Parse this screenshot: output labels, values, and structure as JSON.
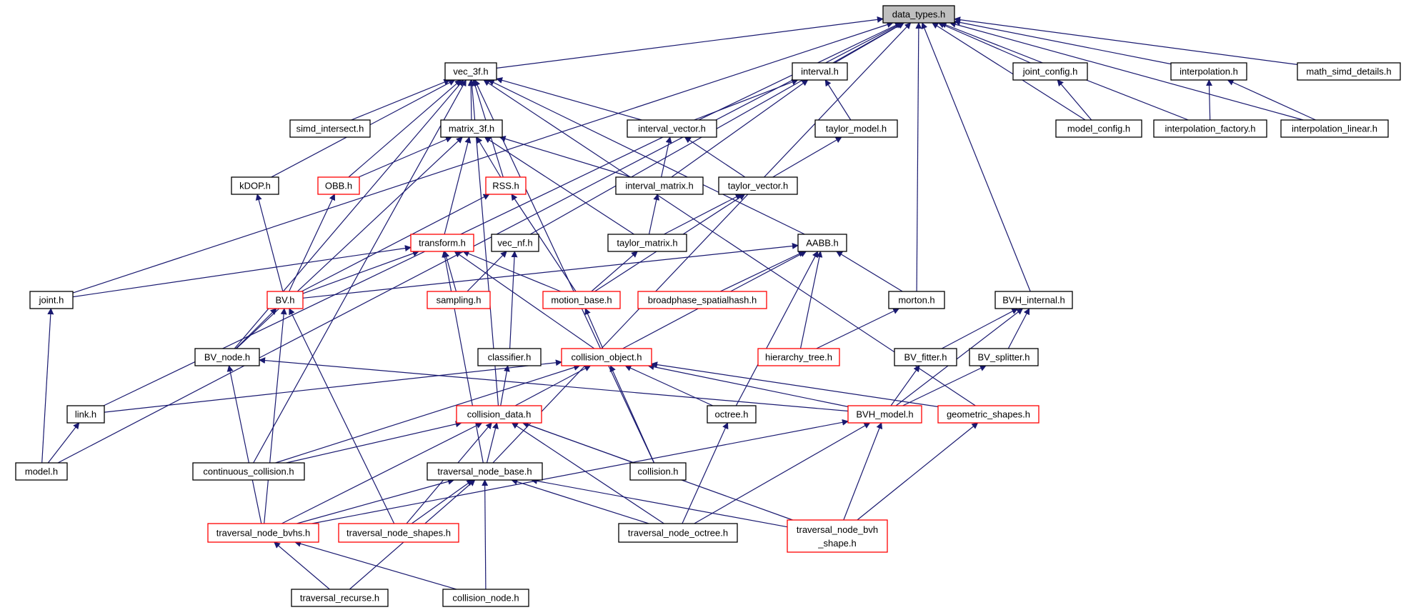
{
  "colors": {
    "edge": "#191970",
    "normal_border": "#000000",
    "linked_border": "#ff0000",
    "root_fill": "#bfbfbf",
    "node_fill": "#ffffff"
  },
  "nodes": [
    {
      "id": "data_types",
      "label": "data_types.h",
      "style": "root"
    },
    {
      "id": "vec_3f",
      "label": "vec_3f.h",
      "style": "normal"
    },
    {
      "id": "interval",
      "label": "interval.h",
      "style": "normal"
    },
    {
      "id": "joint_config",
      "label": "joint_config.h",
      "style": "normal"
    },
    {
      "id": "interpolation",
      "label": "interpolation.h",
      "style": "normal"
    },
    {
      "id": "math_simd_details",
      "label": "math_simd_details.h",
      "style": "normal"
    },
    {
      "id": "simd_intersect",
      "label": "simd_intersect.h",
      "style": "normal"
    },
    {
      "id": "matrix_3f",
      "label": "matrix_3f.h",
      "style": "normal"
    },
    {
      "id": "interval_vector",
      "label": "interval_vector.h",
      "style": "normal"
    },
    {
      "id": "taylor_model",
      "label": "taylor_model.h",
      "style": "normal"
    },
    {
      "id": "model_config",
      "label": "model_config.h",
      "style": "normal"
    },
    {
      "id": "interpolation_factory",
      "label": "interpolation_factory.h",
      "style": "normal"
    },
    {
      "id": "interpolation_linear",
      "label": "interpolation_linear.h",
      "style": "normal"
    },
    {
      "id": "kDOP",
      "label": "kDOP.h",
      "style": "normal"
    },
    {
      "id": "OBB",
      "label": "OBB.h",
      "style": "linked"
    },
    {
      "id": "RSS",
      "label": "RSS.h",
      "style": "linked"
    },
    {
      "id": "interval_matrix",
      "label": "interval_matrix.h",
      "style": "normal"
    },
    {
      "id": "taylor_vector",
      "label": "taylor_vector.h",
      "style": "normal"
    },
    {
      "id": "transform",
      "label": "transform.h",
      "style": "linked"
    },
    {
      "id": "vec_nf",
      "label": "vec_nf.h",
      "style": "normal"
    },
    {
      "id": "taylor_matrix",
      "label": "taylor_matrix.h",
      "style": "normal"
    },
    {
      "id": "AABB",
      "label": "AABB.h",
      "style": "normal"
    },
    {
      "id": "joint",
      "label": "joint.h",
      "style": "normal"
    },
    {
      "id": "BV",
      "label": "BV.h",
      "style": "linked"
    },
    {
      "id": "sampling",
      "label": "sampling.h",
      "style": "linked"
    },
    {
      "id": "motion_base",
      "label": "motion_base.h",
      "style": "linked"
    },
    {
      "id": "broadphase_spatialhash",
      "label": "broadphase_spatialhash.h",
      "style": "linked"
    },
    {
      "id": "morton",
      "label": "morton.h",
      "style": "normal"
    },
    {
      "id": "BVH_internal",
      "label": "BVH_internal.h",
      "style": "normal"
    },
    {
      "id": "BV_node",
      "label": "BV_node.h",
      "style": "normal"
    },
    {
      "id": "classifier",
      "label": "classifier.h",
      "style": "normal"
    },
    {
      "id": "collision_object",
      "label": "collision_object.h",
      "style": "linked"
    },
    {
      "id": "hierarchy_tree",
      "label": "hierarchy_tree.h",
      "style": "linked"
    },
    {
      "id": "BV_fitter",
      "label": "BV_fitter.h",
      "style": "normal"
    },
    {
      "id": "BV_splitter",
      "label": "BV_splitter.h",
      "style": "normal"
    },
    {
      "id": "link",
      "label": "link.h",
      "style": "normal"
    },
    {
      "id": "collision_data",
      "label": "collision_data.h",
      "style": "linked"
    },
    {
      "id": "octree",
      "label": "octree.h",
      "style": "normal"
    },
    {
      "id": "BVH_model",
      "label": "BVH_model.h",
      "style": "linked"
    },
    {
      "id": "geometric_shapes",
      "label": "geometric_shapes.h",
      "style": "linked"
    },
    {
      "id": "model",
      "label": "model.h",
      "style": "normal"
    },
    {
      "id": "continuous_collision",
      "label": "continuous_collision.h",
      "style": "normal"
    },
    {
      "id": "traversal_node_base",
      "label": "traversal_node_base.h",
      "style": "normal"
    },
    {
      "id": "collision",
      "label": "collision.h",
      "style": "normal"
    },
    {
      "id": "traversal_node_bvhs",
      "label": "traversal_node_bvhs.h",
      "style": "linked"
    },
    {
      "id": "traversal_node_shapes",
      "label": "traversal_node_shapes.h",
      "style": "linked"
    },
    {
      "id": "traversal_node_octree",
      "label": "traversal_node_octree.h",
      "style": "normal"
    },
    {
      "id": "traversal_node_bvh_shape",
      "label": "traversal_node_bvh",
      "label2": "_shape.h",
      "style": "linked"
    },
    {
      "id": "traversal_recurse",
      "label": "traversal_recurse.h",
      "style": "normal"
    },
    {
      "id": "collision_node",
      "label": "collision_node.h",
      "style": "normal"
    }
  ],
  "edges": [
    [
      "vec_3f",
      "data_types"
    ],
    [
      "interval",
      "data_types"
    ],
    [
      "joint_config",
      "data_types"
    ],
    [
      "interpolation",
      "data_types"
    ],
    [
      "math_simd_details",
      "data_types"
    ],
    [
      "model_config",
      "data_types"
    ],
    [
      "interpolation_factory",
      "data_types"
    ],
    [
      "interpolation_linear",
      "data_types"
    ],
    [
      "vec_nf",
      "data_types"
    ],
    [
      "morton",
      "data_types"
    ],
    [
      "BVH_internal",
      "data_types"
    ],
    [
      "joint",
      "data_types"
    ],
    [
      "link",
      "data_types"
    ],
    [
      "model",
      "data_types"
    ],
    [
      "traversal_node_base",
      "data_types"
    ],
    [
      "simd_intersect",
      "vec_3f"
    ],
    [
      "matrix_3f",
      "vec_3f"
    ],
    [
      "interval_vector",
      "vec_3f"
    ],
    [
      "kDOP",
      "vec_3f"
    ],
    [
      "OBB",
      "vec_3f"
    ],
    [
      "RSS",
      "vec_3f"
    ],
    [
      "AABB",
      "vec_3f"
    ],
    [
      "BV_node",
      "vec_3f"
    ],
    [
      "collision_data",
      "vec_3f"
    ],
    [
      "continuous_collision",
      "vec_3f"
    ],
    [
      "collision",
      "vec_3f"
    ],
    [
      "geometric_shapes",
      "vec_3f"
    ],
    [
      "interval_vector",
      "interval"
    ],
    [
      "taylor_model",
      "interval"
    ],
    [
      "interval_matrix",
      "interval"
    ],
    [
      "model_config",
      "joint_config"
    ],
    [
      "interpolation_factory",
      "interpolation"
    ],
    [
      "interpolation_linear",
      "interpolation"
    ],
    [
      "OBB",
      "matrix_3f"
    ],
    [
      "RSS",
      "matrix_3f"
    ],
    [
      "interval_matrix",
      "matrix_3f"
    ],
    [
      "transform",
      "matrix_3f"
    ],
    [
      "taylor_matrix",
      "matrix_3f"
    ],
    [
      "BV_node",
      "matrix_3f"
    ],
    [
      "interval_matrix",
      "interval_vector"
    ],
    [
      "taylor_vector",
      "interval_vector"
    ],
    [
      "taylor_vector",
      "taylor_model"
    ],
    [
      "BV",
      "kDOP"
    ],
    [
      "BV",
      "OBB"
    ],
    [
      "BV",
      "RSS"
    ],
    [
      "motion_base",
      "RSS"
    ],
    [
      "taylor_matrix",
      "interval_matrix"
    ],
    [
      "taylor_matrix",
      "taylor_vector"
    ],
    [
      "motion_base",
      "taylor_vector"
    ],
    [
      "joint",
      "transform"
    ],
    [
      "BV",
      "transform"
    ],
    [
      "sampling",
      "transform"
    ],
    [
      "motion_base",
      "transform"
    ],
    [
      "collision_object",
      "transform"
    ],
    [
      "traversal_node_base",
      "transform"
    ],
    [
      "sampling",
      "vec_nf"
    ],
    [
      "classifier",
      "vec_nf"
    ],
    [
      "motion_base",
      "taylor_matrix"
    ],
    [
      "BV",
      "AABB"
    ],
    [
      "broadphase_spatialhash",
      "AABB"
    ],
    [
      "morton",
      "AABB"
    ],
    [
      "collision_object",
      "AABB"
    ],
    [
      "hierarchy_tree",
      "AABB"
    ],
    [
      "octree",
      "AABB"
    ],
    [
      "model",
      "joint"
    ],
    [
      "BV_node",
      "BV"
    ],
    [
      "traversal_node_bvhs",
      "BV"
    ],
    [
      "traversal_node_shapes",
      "BV"
    ],
    [
      "collision_object",
      "motion_base"
    ],
    [
      "hierarchy_tree",
      "morton"
    ],
    [
      "BV_fitter",
      "BVH_internal"
    ],
    [
      "BV_splitter",
      "BVH_internal"
    ],
    [
      "BVH_model",
      "BVH_internal"
    ],
    [
      "BVH_model",
      "BV_node"
    ],
    [
      "traversal_node_bvhs",
      "BV_node"
    ],
    [
      "collision_data",
      "classifier"
    ],
    [
      "link",
      "collision_object"
    ],
    [
      "collision_data",
      "collision_object"
    ],
    [
      "octree",
      "collision_object"
    ],
    [
      "BVH_model",
      "collision_object"
    ],
    [
      "geometric_shapes",
      "collision_object"
    ],
    [
      "continuous_collision",
      "collision_object"
    ],
    [
      "collision",
      "collision_object"
    ],
    [
      "BVH_model",
      "BV_fitter"
    ],
    [
      "BVH_model",
      "BV_splitter"
    ],
    [
      "model",
      "link"
    ],
    [
      "continuous_collision",
      "collision_data"
    ],
    [
      "traversal_node_base",
      "collision_data"
    ],
    [
      "collision",
      "collision_data"
    ],
    [
      "traversal_node_bvhs",
      "collision_data"
    ],
    [
      "traversal_node_shapes",
      "collision_data"
    ],
    [
      "traversal_node_octree",
      "collision_data"
    ],
    [
      "traversal_node_bvh_shape",
      "collision_data"
    ],
    [
      "traversal_node_octree",
      "octree"
    ],
    [
      "traversal_node_bvhs",
      "BVH_model"
    ],
    [
      "traversal_node_octree",
      "BVH_model"
    ],
    [
      "traversal_node_bvh_shape",
      "BVH_model"
    ],
    [
      "traversal_node_bvh_shape",
      "geometric_shapes"
    ],
    [
      "traversal_node_bvhs",
      "traversal_node_base"
    ],
    [
      "traversal_node_shapes",
      "traversal_node_base"
    ],
    [
      "traversal_node_octree",
      "traversal_node_base"
    ],
    [
      "traversal_node_bvh_shape",
      "traversal_node_base"
    ],
    [
      "traversal_recurse",
      "traversal_node_base"
    ],
    [
      "collision_node",
      "traversal_node_base"
    ],
    [
      "traversal_recurse",
      "traversal_node_bvhs"
    ],
    [
      "collision_node",
      "traversal_node_bvhs"
    ]
  ]
}
